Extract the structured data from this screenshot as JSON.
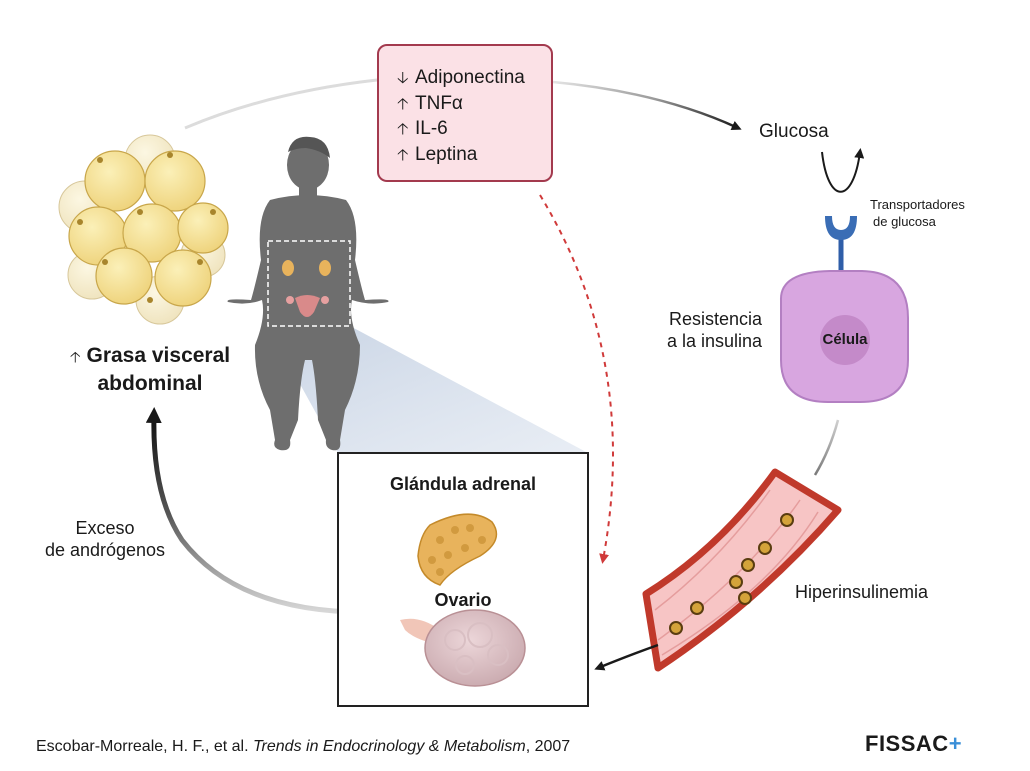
{
  "cytokines": [
    {
      "direction": "down",
      "arrow": "🡣",
      "label": "Adiponectina"
    },
    {
      "direction": "up",
      "arrow": "🡡",
      "label": "TNFα"
    },
    {
      "direction": "up",
      "arrow": "🡡",
      "label": "IL-6"
    },
    {
      "direction": "up",
      "arrow": "🡡",
      "label": "Leptina"
    }
  ],
  "labels": {
    "glucosa": "Glucosa",
    "transporters_line1": "Transportadores",
    "transporters_line2": "de glucosa",
    "resistance_line1": "Resistencia",
    "resistance_line2": "a la insulina",
    "cell": "Célula",
    "hyperinsulinemia": "Hiperinsulinemia",
    "fat_arrow": "🡡",
    "fat_line1": "Grasa visceral",
    "fat_line2": "abdominal",
    "androgen_line1": "Exceso",
    "androgen_line2": "de andrógenos",
    "adrenal": "Glándula adrenal",
    "ovary": "Ovario"
  },
  "citation": {
    "authors": "Escobar-Morreale, H. F., et al. ",
    "journal": "Trends in Endocrinology & Metabolism",
    "year": ", 2007"
  },
  "logo": {
    "text": "FISSAC",
    "plus": "+"
  },
  "colors": {
    "cytokine_box_fill": "#fbe1e6",
    "cytokine_box_border": "#a33a4e",
    "cell_fill": "#d8a6e0",
    "nucleus_fill": "#c48ac9",
    "vessel": "#c0392b",
    "insulin": "#d4a33a",
    "fat": "#f3dd8a",
    "transporter": "#3a6db5",
    "dashed_arrow": "#d03a3a",
    "logo_plus": "#3a8fd8"
  }
}
